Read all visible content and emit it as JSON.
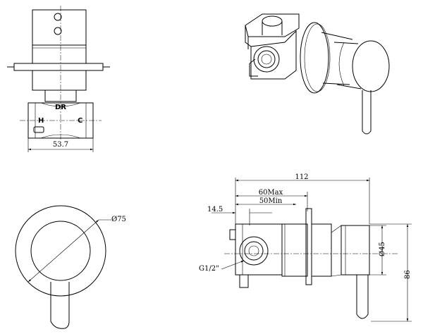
{
  "front_view": {
    "label_dr": "DR",
    "label_hot": "H",
    "label_cold": "C",
    "dim_width": "53.7"
  },
  "plate_view": {
    "dim_diameter": "Ø75"
  },
  "side_view": {
    "dim_total": "112",
    "dim_max": "60Max",
    "dim_min": "50Min",
    "dim_offset": "14.5",
    "dim_thread": "G1/2\"",
    "dim_handle": "Ø45",
    "dim_height": "86"
  }
}
